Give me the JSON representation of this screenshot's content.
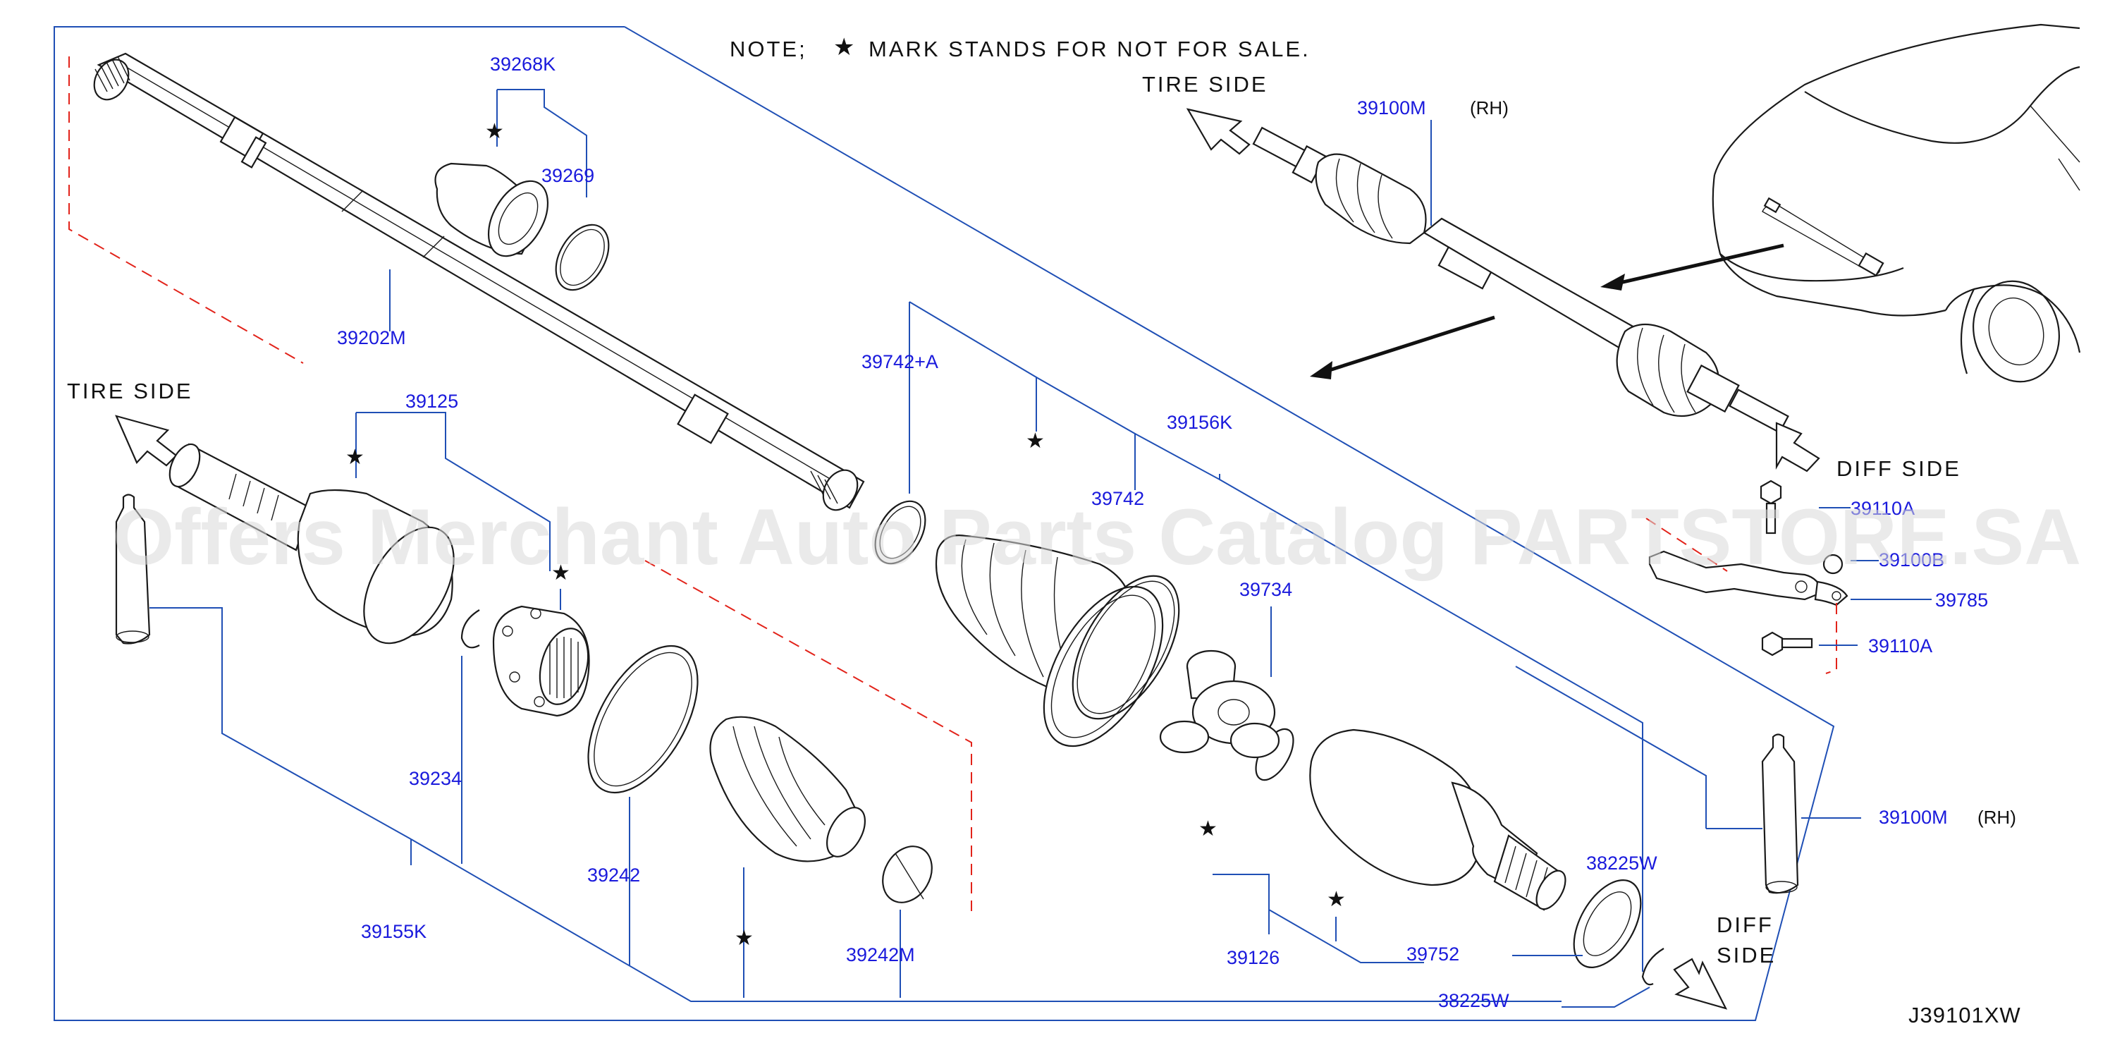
{
  "diagram": {
    "note": "NOTE;",
    "note_star": "★",
    "note_text": "MARK  STANDS  FOR  NOT  FOR  SALE.",
    "figure_id": "J39101XW",
    "watermark": "Offers Merchant Auto Parts Catalog PARTSTORE.SA",
    "star": "★",
    "direction_labels": {
      "tire_side_left": "TIRE  SIDE",
      "tire_side_top": "TIRE  SIDE",
      "diff_side_right": "DIFF  SIDE",
      "diff_line1": "DIFF",
      "diff_line2": "SIDE"
    },
    "qualifiers": {
      "rh_top": "(RH)",
      "rh_right": "(RH)"
    },
    "parts": {
      "p39268K": "39268K",
      "p39269": "39269",
      "p39202M": "39202M",
      "p39125": "39125",
      "p39742A": "39742+A",
      "p39156K": "39156K",
      "p39742": "39742",
      "p39734": "39734",
      "p39234": "39234",
      "p39242": "39242",
      "p39155K": "39155K",
      "p39242M": "39242M",
      "p39126": "39126",
      "p39752": "39752",
      "p38225W_a": "38225W",
      "p38225W_b": "38225W",
      "p39100M_top": "39100M",
      "p39100M_right": "39100M",
      "p39110A_a": "39110A",
      "p39100B": "39100B",
      "p39785": "39785",
      "p39110A_b": "39110A"
    }
  }
}
